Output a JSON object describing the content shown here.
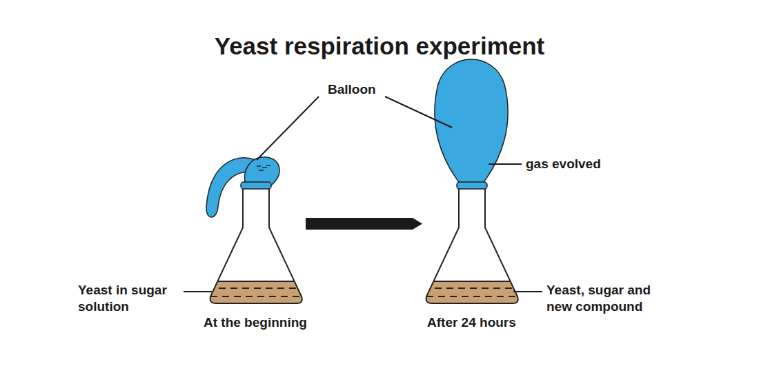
{
  "diagram": {
    "title": "Yeast respiration experiment",
    "labels": [
      "Balloon",
      "gas evolved",
      "Yeast in sugar solution",
      "At the beginning",
      "Yeast, sugar and new compound",
      "After 24 hours"
    ]
  }
}
